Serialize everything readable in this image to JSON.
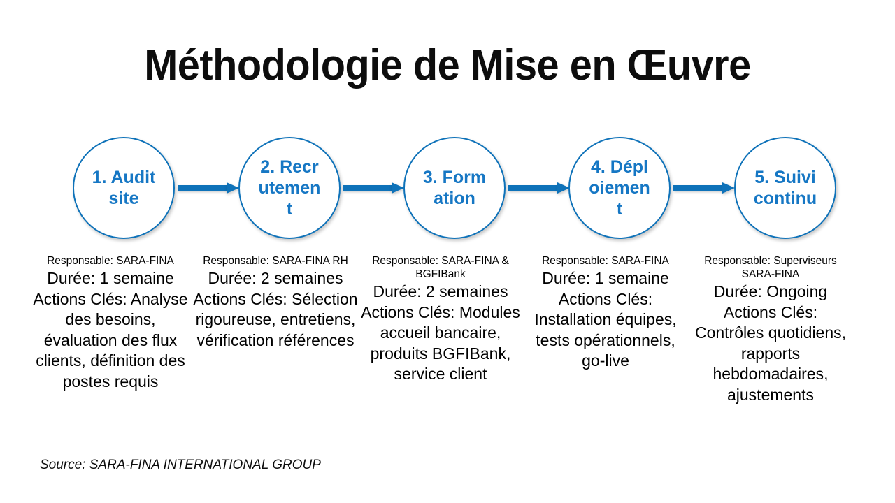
{
  "slide": {
    "title": "Méthodologie de Mise en Œuvre",
    "source": "Source: SARA-FINA INTERNATIONAL GROUP",
    "colors": {
      "node_border": "#0E72B9",
      "node_text": "#1677C4",
      "arrow": "#0E72B9",
      "title_text": "#0D0D0D",
      "body_text": "#000000",
      "background": "#FFFFFF"
    }
  },
  "flow": {
    "nodes": [
      {
        "label": "1. Audit site"
      },
      {
        "label": "2. Recrutement"
      },
      {
        "label": "3. Formation"
      },
      {
        "label": "4. Déploiement"
      },
      {
        "label": "5. Suivi continu"
      }
    ],
    "arrows": [
      {
        "name": "arrow-1-to-2"
      },
      {
        "name": "arrow-2-to-3"
      },
      {
        "name": "arrow-3-to-4"
      },
      {
        "name": "arrow-4-to-5"
      }
    ]
  },
  "details": [
    {
      "responsable": "Responsable: SARA-FINA",
      "body": "Durée: 1 semaine Actions Clés: Analyse des besoins, évaluation des flux clients, définition des postes requis"
    },
    {
      "responsable": "Responsable: SARA-FINA RH",
      "body": "Durée: 2 semaines Actions Clés: Sélection rigoureuse, entretiens, vérification références"
    },
    {
      "responsable": "Responsable: SARA-FINA & BGFIBank",
      "body": "Durée: 2 semaines Actions Clés: Modules accueil bancaire, produits BGFIBank, service client"
    },
    {
      "responsable": "Responsable: SARA-FINA",
      "body": "Durée: 1 semaine Actions Clés: Installation équipes, tests opérationnels, go-live"
    },
    {
      "responsable": "Responsable: Superviseurs SARA-FINA",
      "body": "Durée: Ongoing Actions Clés: Contrôles quotidiens, rapports hebdomadaires, ajustements"
    }
  ]
}
